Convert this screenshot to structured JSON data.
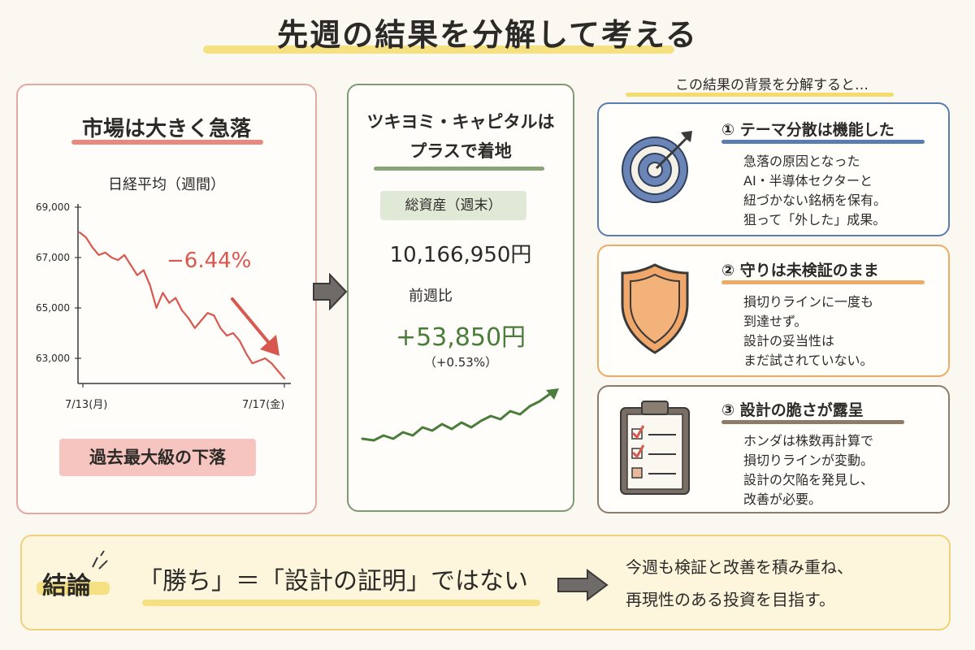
{
  "title": "先週の結果を分解して考える",
  "left_panel": {
    "heading": "市場は大きく急落",
    "chart_title": "日経平均（週間）",
    "drop_label": "−6.44%",
    "badge": "過去最大級の下落"
  },
  "chart_data": {
    "type": "line",
    "title": "日経平均（週間）",
    "ylim": [
      62000,
      69000
    ],
    "y_ticks": [
      "69,000",
      "67,000",
      "65,000",
      "63,000"
    ],
    "y_tick_values": [
      69000,
      67000,
      65000,
      63000
    ],
    "x_labels": [
      "7/13(月)",
      "7/17(金)"
    ],
    "series": [
      {
        "values": [
          68000,
          67800,
          67400,
          67100,
          67200,
          67000,
          66900,
          67100,
          66700,
          66300,
          66500,
          65900,
          65000,
          65600,
          65200,
          65400,
          64900,
          64600,
          64200,
          64500,
          64800,
          64700,
          64200,
          63900,
          64000,
          63700,
          63200,
          62800,
          62900,
          63000,
          62800,
          62500,
          62200
        ]
      }
    ],
    "change": "−6.44%",
    "color": "#d8574f"
  },
  "middle_panel": {
    "heading_line1": "ツキヨミ・キャピタルは",
    "heading_line2": "プラスで着地",
    "badge": "総資産（週末）",
    "assets": "10,166,950円",
    "wow_label": "前週比",
    "wow_value": "+53,850円",
    "wow_pct": "（+0.53%）",
    "trend_color": "#4a7c3a"
  },
  "background": {
    "heading": "この結果の背景を分解すると…",
    "items": [
      {
        "icon": "target-icon",
        "title": "① テーマ分散は機能した",
        "lines": [
          "急落の原因となった",
          "AI・半導体セクターと",
          "紐づかない銘柄を保有。",
          "狙って「外した」成果。"
        ],
        "accent": "#5a7db0"
      },
      {
        "icon": "shield-icon",
        "title": "② 守りは未検証のまま",
        "lines": [
          "損切りラインに一度も",
          "到達せず。",
          "設計の妥当性は",
          "まだ試されていない。"
        ],
        "accent": "#ecab66"
      },
      {
        "icon": "clipboard-checklist-icon",
        "title": "③ 設計の脆さが露呈",
        "lines": [
          "ホンダは株数再計算で",
          "損切りラインが変動。",
          "設計の欠陥を発見し、",
          "改善が必要。"
        ],
        "accent": "#8f7b6a"
      }
    ]
  },
  "conclusion": {
    "label": "結論",
    "main": "「勝ち」＝「設計の証明」ではない",
    "right_line1": "今週も検証と改善を積み重ね、",
    "right_line2": "再現性のある投資を目指す。"
  }
}
